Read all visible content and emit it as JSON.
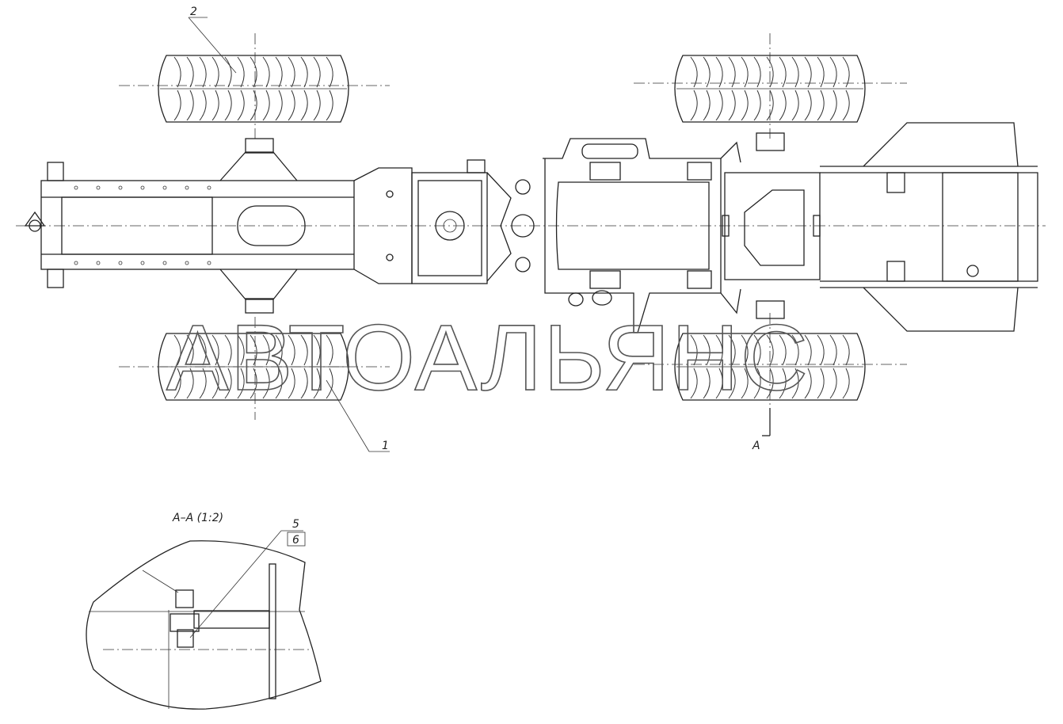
{
  "callouts": {
    "item_1": "1",
    "item_2": "2",
    "item_5": "5",
    "item_6": "6"
  },
  "section": {
    "marker": "A",
    "title": "A–A (1:2)"
  },
  "watermark": "АВТОАЛЬЯНС"
}
